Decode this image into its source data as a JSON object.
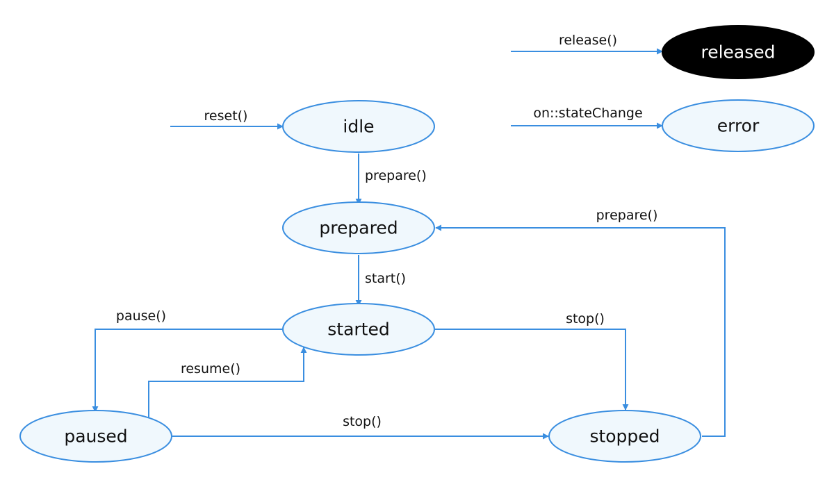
{
  "colors": {
    "edge": "#3a8ee0",
    "state_fill": "#f0f8fd",
    "state_stroke": "#3a8ee0",
    "released_fill": "#000000",
    "text": "#111111"
  },
  "states": {
    "idle": "idle",
    "prepared": "prepared",
    "started": "started",
    "paused": "paused",
    "stopped": "stopped",
    "released": "released",
    "error": "error"
  },
  "transitions": {
    "reset": "reset()",
    "idle_prepare": "prepare()",
    "start": "start()",
    "pause": "pause()",
    "resume": "resume()",
    "started_stop": "stop()",
    "paused_stop": "stop()",
    "stopped_prepare": "prepare()",
    "release": "release()",
    "state_change": "on::stateChange"
  }
}
